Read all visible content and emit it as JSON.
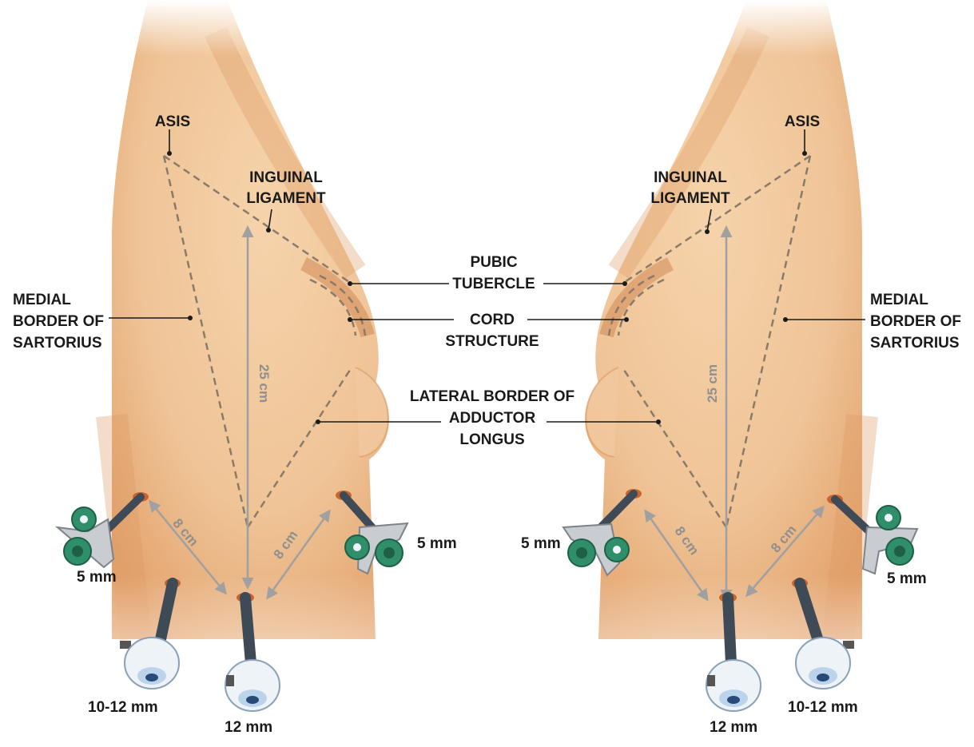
{
  "labels": {
    "asis": "ASIS",
    "inguinal_ligament": [
      "INGUINAL",
      "LIGAMENT"
    ],
    "medial_border": [
      "MEDIAL",
      "BORDER OF",
      "SARTORIUS"
    ],
    "pubic_tubercle": [
      "PUBIC",
      "TUBERCLE"
    ],
    "cord_structure": [
      "CORD",
      "STRUCTURE"
    ],
    "adductor": [
      "LATERAL BORDER OF",
      "ADDUCTOR",
      "LONGUS"
    ]
  },
  "measurements": {
    "vertical": "25 cm",
    "diagonal": "8 cm"
  },
  "ports": {
    "five": "5 mm",
    "ten_twelve": "10-12 mm",
    "twelve": "12 mm"
  },
  "colors": {
    "skin_light": "#f6d7b4",
    "skin_mid": "#eab98a",
    "skin_dark": "#d48a55",
    "port_green": "#2f8f6a",
    "port_grey": "#c9ccd0",
    "port_shaft": "#3f4a57",
    "port_white": "#eef3f8"
  }
}
